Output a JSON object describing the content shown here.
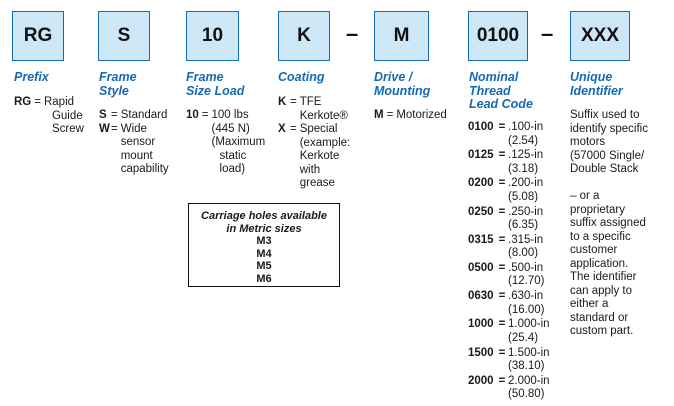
{
  "boxes": {
    "prefix": "RG",
    "frame": "S",
    "load": "10",
    "coating": "K",
    "drive": "M",
    "lead": "0100",
    "unique": "XXX"
  },
  "dash": "–",
  "titles": {
    "prefix": "Prefix",
    "frame": [
      "Frame",
      "Style"
    ],
    "load": [
      "Frame",
      "Size Load"
    ],
    "coating": "Coating",
    "drive": [
      "Drive /",
      "Mounting"
    ],
    "lead": [
      "Nominal",
      "Thread",
      "Lead Code"
    ],
    "unique": [
      "Unique",
      "Identifier"
    ]
  },
  "prefix_desc": {
    "code": "RG",
    "eq": "=",
    "lines": [
      "Rapid",
      "Guide",
      "Screw"
    ]
  },
  "frame_desc": [
    {
      "code": "S",
      "eq": "=",
      "lines": [
        "Standard"
      ]
    },
    {
      "code": "W",
      "eq": "=",
      "lines": [
        "Wide",
        "sensor",
        "mount",
        "capability"
      ]
    }
  ],
  "load_desc": {
    "code": "10",
    "eq": "=",
    "lines": [
      "100 lbs",
      "(445 N)",
      "(Maximum",
      "static",
      "load)"
    ]
  },
  "coating_desc": [
    {
      "code": "K",
      "eq": "=",
      "lines": [
        "TFE",
        "Kerkote®"
      ]
    },
    {
      "code": "X",
      "eq": "=",
      "lines": [
        "Special",
        "(example:",
        "Kerkote",
        "with",
        "grease"
      ]
    }
  ],
  "drive_desc": {
    "code": "M",
    "eq": "=",
    "text": "Motorized"
  },
  "carriage_note": {
    "heading": [
      "Carriage holes available",
      "in Metric sizes"
    ],
    "sizes": [
      "M3",
      "M4",
      "M5",
      "M6"
    ]
  },
  "lead_codes": [
    {
      "code": "0100",
      "eq": "=",
      "inch": ".100-in",
      "mm": "(2.54)"
    },
    {
      "code": "0125",
      "eq": "=",
      "inch": ".125-in",
      "mm": "(3.18)"
    },
    {
      "code": "0200",
      "eq": "=",
      "inch": ".200-in",
      "mm": "(5.08)"
    },
    {
      "code": "0250",
      "eq": "=",
      "inch": ".250-in",
      "mm": "(6.35)"
    },
    {
      "code": "0315",
      "eq": "=",
      "inch": ".315-in",
      "mm": "(8.00)"
    },
    {
      "code": "0500",
      "eq": "=",
      "inch": ".500-in",
      "mm": "(12.70)"
    },
    {
      "code": "0630",
      "eq": "=",
      "inch": ".630-in",
      "mm": "(16.00)"
    },
    {
      "code": "1000",
      "eq": "=",
      "inch": "1.000-in",
      "mm": "(25.4)"
    },
    {
      "code": "1500",
      "eq": "=",
      "inch": "1.500-in",
      "mm": "(38.10)"
    },
    {
      "code": "2000",
      "eq": "=",
      "inch": "2.000-in",
      "mm": "(50.80)"
    }
  ],
  "unique_desc": [
    "Suffix used to",
    "identify specific",
    "motors",
    "(57000 Single/",
    "Double Stack",
    "",
    "– or a",
    "proprietary",
    "suffix assigned",
    "to a specific",
    "customer",
    "application.",
    "The identifier",
    "can apply to",
    "either a",
    "standard or",
    "custom part."
  ]
}
